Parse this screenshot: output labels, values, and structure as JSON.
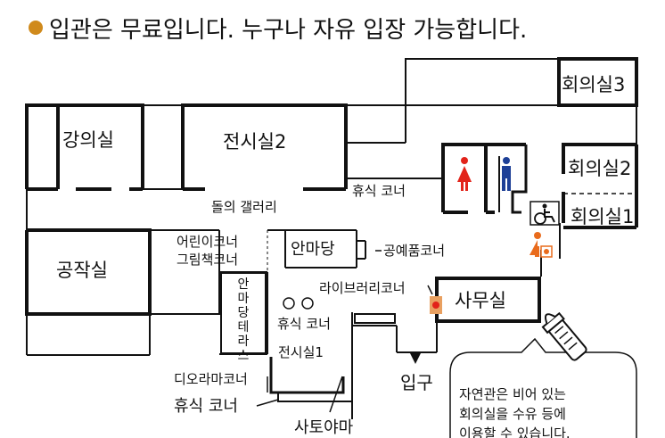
{
  "notice": {
    "bullet": "●",
    "text": "입관은 무료입니다. 누구나 자유 입장 가능합니다."
  },
  "rooms": {
    "conference3": "회의실3",
    "conference2": "회의실2",
    "conference1": "회의실1",
    "lecture": "강의실",
    "exhibition2": "전시실2",
    "stone_gallery": "돌의 갤러리",
    "rest_corner_top": "휴식 코너",
    "workshop": "공작실",
    "kids_corner": "어린이코너",
    "picturebook_corner": "그림책코너",
    "courtyard": "안마당",
    "craft_corner": "공예품코너",
    "courtyard_terrace": "안마당테라스",
    "rest_corner_mid": "휴식 코너",
    "library_corner": "라이브러리코너",
    "office": "사무실",
    "exhibition1": "전시실1",
    "diorama_corner": "디오라마코너",
    "rest_corner_bottom": "휴식 코너",
    "entrance": "입구",
    "satoyama": "사토야마"
  },
  "bubble": {
    "line1": "자연관은 비어 있는",
    "line2": "회의실을 수유 등에",
    "line3": "이용할 수 있습니다."
  },
  "colors": {
    "bullet": "#d08a1c",
    "women": "#e2231a",
    "men": "#1d3f96",
    "staff": "#e96b1c",
    "line": "#111111"
  },
  "icons": [
    "women-toilet-icon",
    "men-toilet-icon",
    "wheelchair-icon",
    "nursing-staff-icon",
    "baby-bottle-icon",
    "fire-extinguisher-icon",
    "entrance-arrow-icon"
  ]
}
